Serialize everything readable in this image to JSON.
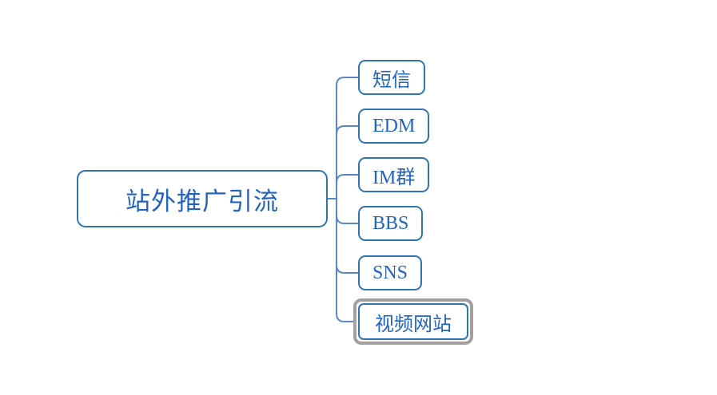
{
  "diagram": {
    "type": "mindmap",
    "root": {
      "label": "站外推广引流"
    },
    "children": [
      {
        "label": "短信",
        "selected": false
      },
      {
        "label": "EDM",
        "selected": false
      },
      {
        "label": "IM群",
        "selected": false
      },
      {
        "label": "BBS",
        "selected": false
      },
      {
        "label": "SNS",
        "selected": false
      },
      {
        "label": "视频网站",
        "selected": true
      }
    ],
    "colors": {
      "node_border": "#2e75b6",
      "node_text": "#2364c1",
      "connector": "#5b87c5",
      "selection_outline": "#a1a1a1",
      "background": "#ffffff"
    }
  }
}
